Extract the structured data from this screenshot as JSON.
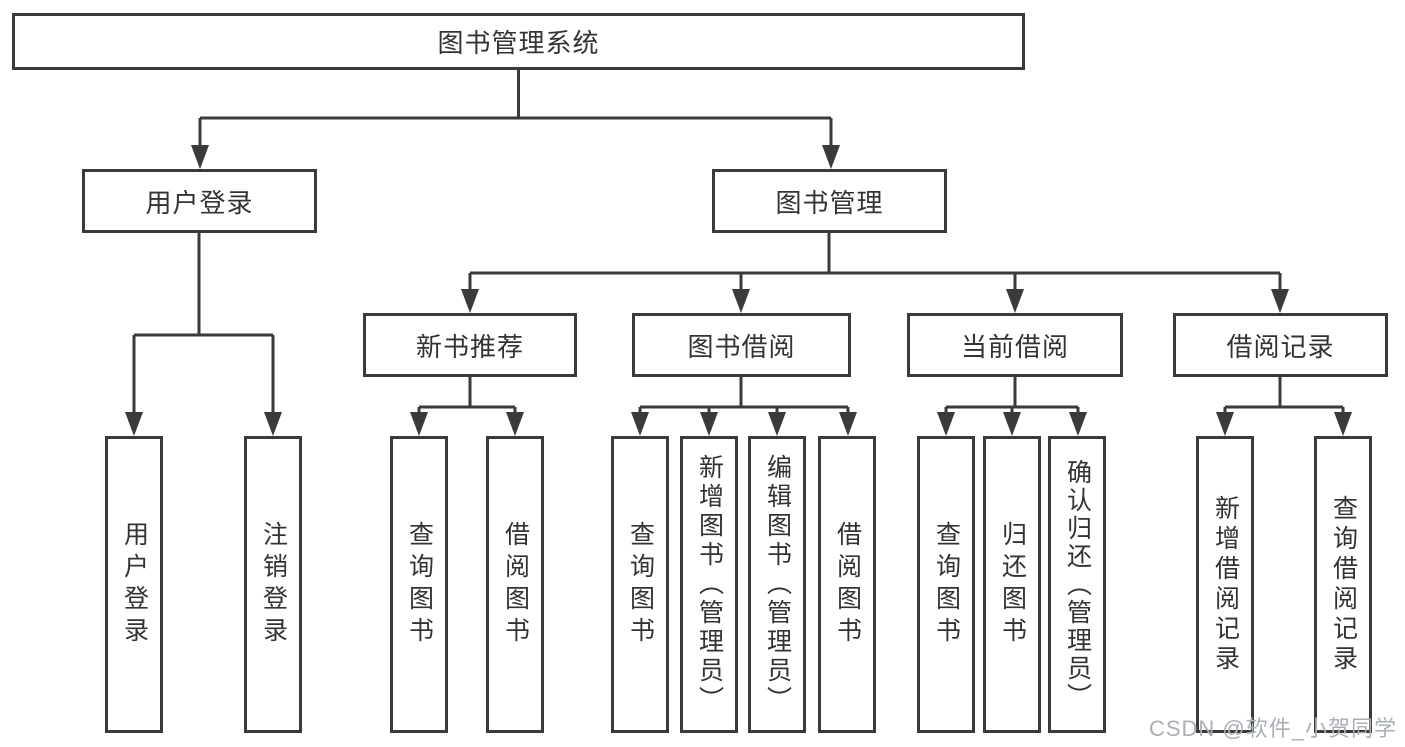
{
  "watermark": "CSDN @软件_小贺同学",
  "colors": {
    "line": "#3a3a3a",
    "text": "#333333",
    "box_bg": "#ffffff",
    "watermark": "#aaaeb6"
  },
  "tree": {
    "label": "图书管理系统",
    "children": [
      {
        "label": "用户登录",
        "children": [
          {
            "label": "用户登录"
          },
          {
            "label": "注销登录"
          }
        ]
      },
      {
        "label": "图书管理",
        "children": [
          {
            "label": "新书推荐",
            "children": [
              {
                "label": "查询图书"
              },
              {
                "label": "借阅图书"
              }
            ]
          },
          {
            "label": "图书借阅",
            "children": [
              {
                "label": "查询图书"
              },
              {
                "label": "新增图书（管理员）"
              },
              {
                "label": "编辑图书（管理员）"
              },
              {
                "label": "借阅图书"
              }
            ]
          },
          {
            "label": "当前借阅",
            "children": [
              {
                "label": "查询图书"
              },
              {
                "label": "归还图书"
              },
              {
                "label": "确认归还（管理员）"
              }
            ]
          },
          {
            "label": "借阅记录",
            "children": [
              {
                "label": "新增借阅记录"
              },
              {
                "label": "查询借阅记录"
              }
            ]
          }
        ]
      }
    ]
  }
}
